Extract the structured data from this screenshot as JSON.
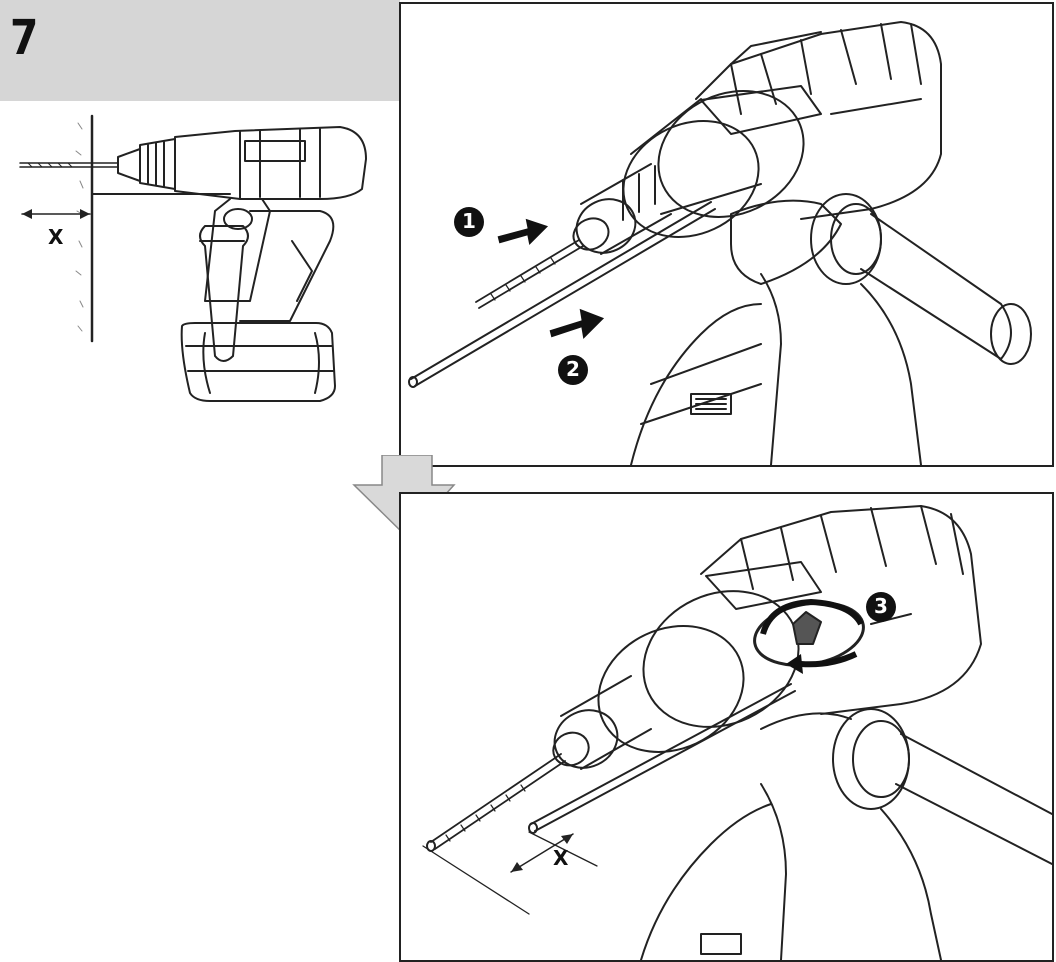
{
  "step": {
    "number": "7"
  },
  "side_figure": {
    "dimension_label": "X"
  },
  "top_panel": {
    "callouts": [
      "1",
      "2"
    ]
  },
  "bottom_panel": {
    "callouts": [
      "3"
    ],
    "dimension_label": "X"
  },
  "colors": {
    "header_bg": "#d6d6d6",
    "line": "#222222",
    "arrow_fill": "#d9d9d9",
    "callout_fill": "#111111"
  },
  "icons": [
    "push-arrow-icon",
    "rotate-arrow-icon",
    "flow-arrow-icon"
  ]
}
